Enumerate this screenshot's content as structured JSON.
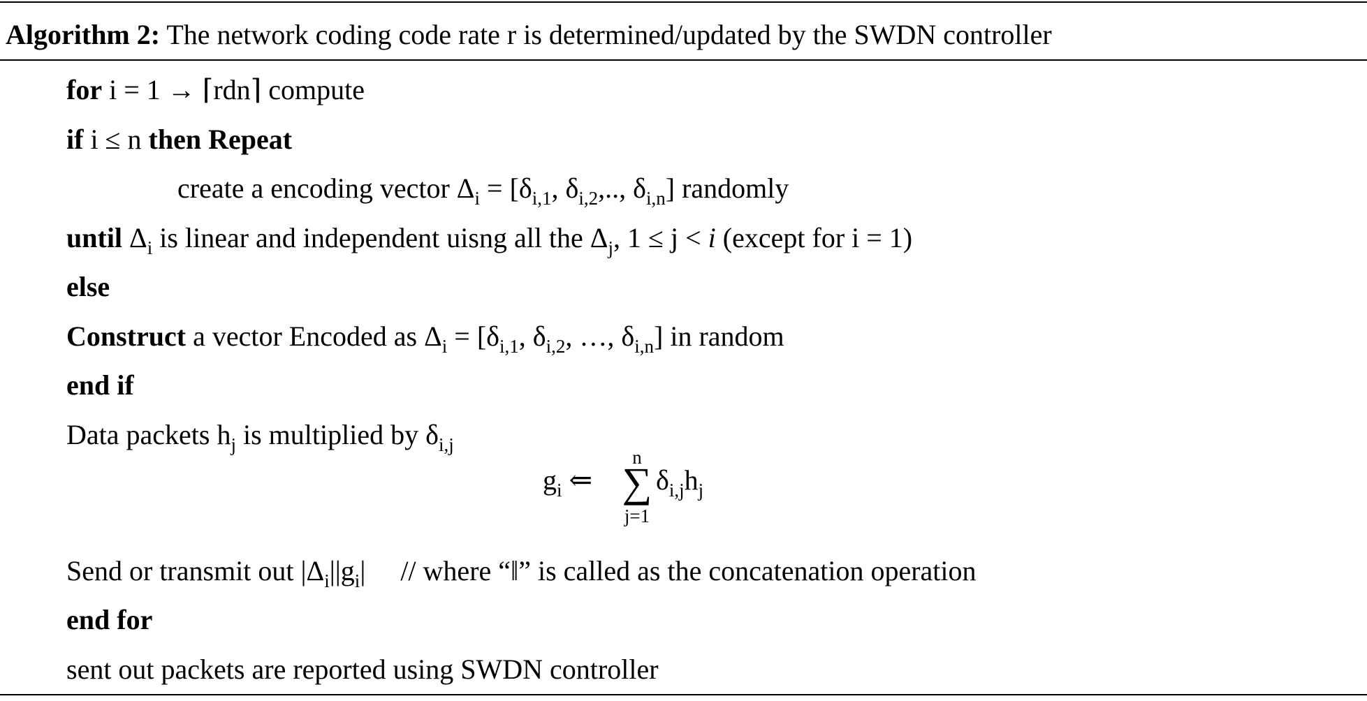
{
  "caption": {
    "label": "Algorithm 2:",
    "text": " The network coding code rate r is determined/updated by the SWDN controller"
  },
  "lines": {
    "l1": {
      "kw": "for",
      "text": " i = 1 → ⌈rdn⌉ compute"
    },
    "l2": {
      "kw1": "if",
      "text": " i ≤ n ",
      "kw2": "then Repeat"
    },
    "l3": {
      "a": "create a encoding vector Δ",
      "s1": "i",
      "b": " = [δ",
      "s2": "i,1",
      "c": ", δ",
      "s3": "i,2",
      "d": ",.., δ",
      "s4": "i,n",
      "e": "] randomly"
    },
    "l4": {
      "kw": "until",
      "a": " Δ",
      "s1": "i",
      "b": " is linear and independent uisng all the Δ",
      "s2": "j",
      "c": ", 1 ≤ j < ",
      "var": "i",
      "d": " (except for i = 1)"
    },
    "l5": {
      "kw": "else"
    },
    "l6": {
      "kw": "Construct",
      "a": " a vector Encoded as Δ",
      "s1": "i",
      "b": " = [δ",
      "s2": "i,1",
      "c": ", δ",
      "s3": "i,2",
      "d": ", …, δ",
      "s4": "i,n",
      "e": "] in random"
    },
    "l7": {
      "kw": "end if"
    },
    "l8": {
      "a": "Data packets h",
      "s1": "j",
      "b": " is multiplied by δ",
      "s2": "i,j"
    },
    "l10": {
      "a": "Send or transmit out |Δ",
      "s1": "i",
      "b": "||g",
      "s2": "i",
      "c": "|     // where “‖” is called as the concatenation operation"
    },
    "l11": {
      "kw": "end for"
    },
    "l12": {
      "text": "sent out packets are reported using SWDN controller"
    }
  },
  "formula": {
    "lhs": "g",
    "lhs_sub": "i",
    "arrow": " ⇐ ",
    "sum_upper": "n",
    "sum_symbol": "∑",
    "sum_lower": "j=1",
    "rhs_a": "δ",
    "rhs_sub1": "i,j",
    "rhs_b": "h",
    "rhs_sub2": "j"
  }
}
